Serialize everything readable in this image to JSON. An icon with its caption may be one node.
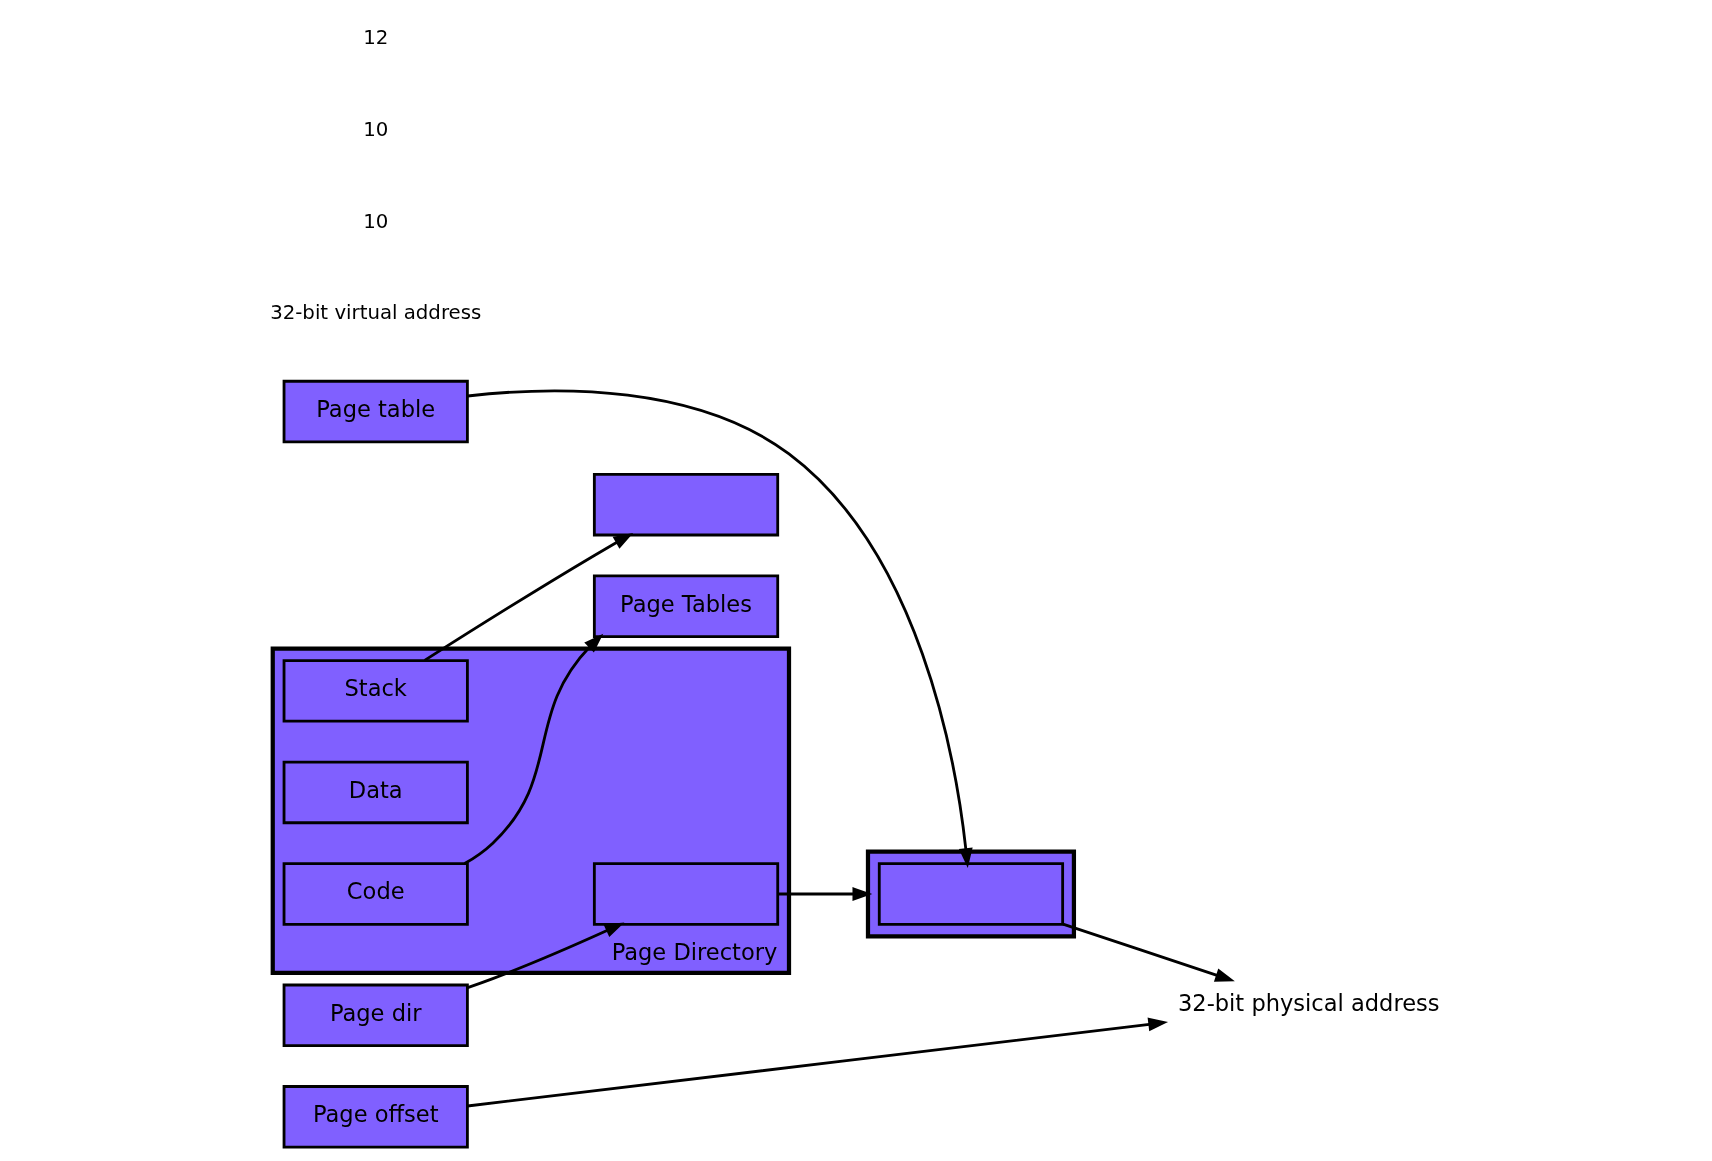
{
  "diagram": {
    "nodes": [
      {
        "text": [
          "Page dir"
        ]
      },
      {
        "text": [
          "Page table"
        ]
      },
      {
        "text": [
          "Page offset"
        ]
      },
      {
        "text": [
          "Page Directory"
        ]
      },
      {
        "text": [
          "Code"
        ],
        "in": 3
      },
      {
        "text": [
          "Data"
        ],
        "in": 3
      },
      {
        "text": [],
        "shape": "box",
        "in": 3
      },
      {
        "text": [
          "Stack"
        ],
        "in": 3
      },
      {
        "text": [
          "Page Tables"
        ]
      },
      {
        "text": [],
        "shape": "box"
      },
      {
        "text": [],
        "shape": "box",
        "in": 9
      },
      {
        "text": [],
        "shape": "box"
      },
      {
        "text": [
          "32-bit physical address"
        ]
      }
    ],
    "edges": [
      {
        "from": 0,
        "to": 6,
        "arrow": "to"
      },
      {
        "from": 4,
        "to": 8,
        "arrow": "to"
      },
      {
        "from": 6,
        "to": 9,
        "arrow": "to"
      },
      {
        "from": 7,
        "to": 11,
        "arrow": "to"
      },
      {
        "from": 1,
        "to": 10,
        "arrow": "to"
      },
      {
        "from": 10,
        "to": 12,
        "arrow": "to"
      },
      {
        "from": 2,
        "to": 12,
        "arrow": "to"
      }
    ],
    "labels": [
      "32-bit virtual address",
      "10",
      "10",
      "12"
    ]
  }
}
